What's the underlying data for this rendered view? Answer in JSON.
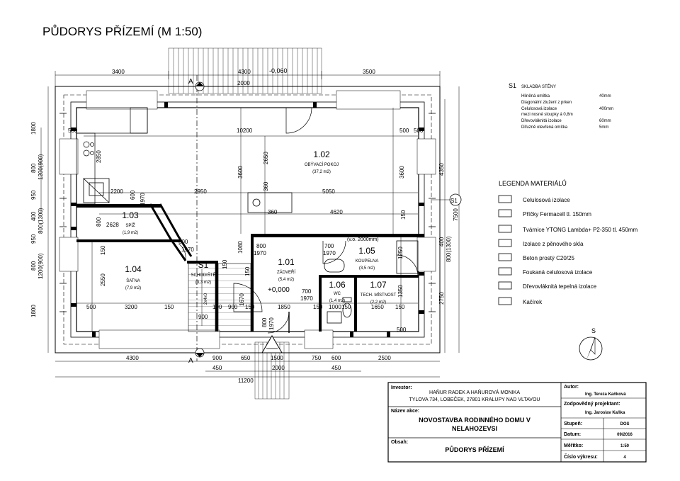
{
  "title": "PŮDORYS PŘÍZEMÍ (M 1:50)",
  "levels": {
    "top": "-0,060",
    "entry": "+0,000"
  },
  "dimensions": {
    "top": [
      "3400",
      "4300",
      "3500"
    ],
    "top_entry": "2000",
    "bottom": [
      "4300",
      "900",
      "650",
      "1500",
      "750",
      "600",
      "2500"
    ],
    "bottom_sub": [
      "450",
      "2000",
      "450"
    ],
    "total_width": "11200",
    "left": [
      "1800",
      "800",
      "1200(900)",
      "950",
      "400",
      "800(1300)",
      "950",
      "800",
      "1200(900)",
      "1800"
    ],
    "right": [
      "4350",
      "7500",
      "400",
      "800(1300)",
      "2750"
    ],
    "interior": [
      "500",
      "10200",
      "500",
      "2650",
      "3600",
      "3600",
      "360",
      "2200",
      "600",
      "1970",
      "2950",
      "5050",
      "360",
      "4620",
      "150",
      "800",
      "2628",
      "600",
      "1970",
      "800",
      "1970",
      "700",
      "1970",
      "1080",
      "1250",
      "150",
      "2550",
      "500",
      "3200",
      "150",
      "700",
      "1970",
      "1350",
      "900",
      "100",
      "900",
      "150",
      "1850",
      "150",
      "1000",
      "150",
      "1650",
      "150",
      "800",
      "1970",
      "2850",
      "150",
      "150",
      "1670",
      "2x4x0",
      "500",
      "500"
    ]
  },
  "rooms": [
    {
      "num": "1.02",
      "name": "OBÝVACÍ POKOJ",
      "area": "(37,2 m2)"
    },
    {
      "num": "1.03",
      "name": "SPÍŽ",
      "area": "(1,9 m2)"
    },
    {
      "num": "1.04",
      "name": "ŠATNA",
      "area": "(7,9 m2)"
    },
    {
      "num": "S1",
      "name": "SCHODIŠTĚ",
      "area": "(3,3 m2)"
    },
    {
      "num": "1.01",
      "name": "ZÁDVEŘÍ",
      "area": "(5,4 m2)"
    },
    {
      "num": "1.05",
      "name": "KOUPELNA",
      "area": "(3,5 m2)"
    },
    {
      "num": "1.06",
      "name": "WC",
      "area": "(1,4 m2)"
    },
    {
      "num": "1.07",
      "name": "TECH. MÍSTNOST",
      "area": "(2,2 m2)"
    }
  ],
  "window_note": "(v.o. 2000mm)",
  "section_labels": {
    "section": "A",
    "axis": "S1"
  },
  "composition": {
    "tag": "S1",
    "heading": "SKLADBA STĚNY",
    "layers": [
      {
        "name": "Hliněná omítka",
        "value": "40mm"
      },
      {
        "name": "Diagonální ztužení z prken",
        "value": ""
      },
      {
        "name": "Celulosová izolace",
        "value": "400mm"
      },
      {
        "name": "mezi nosné sloupky á 0,8m",
        "value": ""
      },
      {
        "name": "Dřevovláknitá izolace",
        "value": "60mm"
      },
      {
        "name": "Difuzně otevřená omítka",
        "value": "5mm"
      }
    ]
  },
  "legend": {
    "title": "LEGENDA MATERIÁLŮ",
    "items": [
      {
        "label": "Celulosová izolace"
      },
      {
        "label": "Příčky Fermacell  tl. 150mm"
      },
      {
        "label": "Tvárnice YTONG Lambda+ P2-350 tl. 450mm"
      },
      {
        "label": "Izolace z pěnového skla"
      },
      {
        "label": "Beton prostý C20/25"
      },
      {
        "label": "Foukaná celulosová izolace"
      },
      {
        "label": "Dřevovláknitá tepelná izolace"
      },
      {
        "label": "Kačírek"
      }
    ]
  },
  "north": "S",
  "title_block": {
    "investor_label": "Investor:",
    "investor": [
      "HAŇUR RADEK A HAŇUROVÁ MONIKA",
      "TYLOVA 734, LOBEČEK, 27801 KRALUPY NAD VLTAVOU"
    ],
    "project_label": "Název akce:",
    "project": [
      "NOVOSTAVBA RODINNÉHO DOMU V",
      "NELAHOZEVSI"
    ],
    "content_label": "Obsah:",
    "content": "PŮDORYS PŘÍZEMÍ",
    "author_label": "Autor:",
    "author": "Ing. Tereza Kaňková",
    "responsible_label": "Zodpovědný projektant:",
    "responsible": "Ing. Jaroslav Kaňka",
    "stage_label": "Stupeň:",
    "stage": "DOS",
    "date_label": "Datum:",
    "date": "09/2016",
    "scale_label": "Měřítko:",
    "scale": "1:50",
    "number_label": "Číslo výkresu:",
    "number": "4"
  }
}
